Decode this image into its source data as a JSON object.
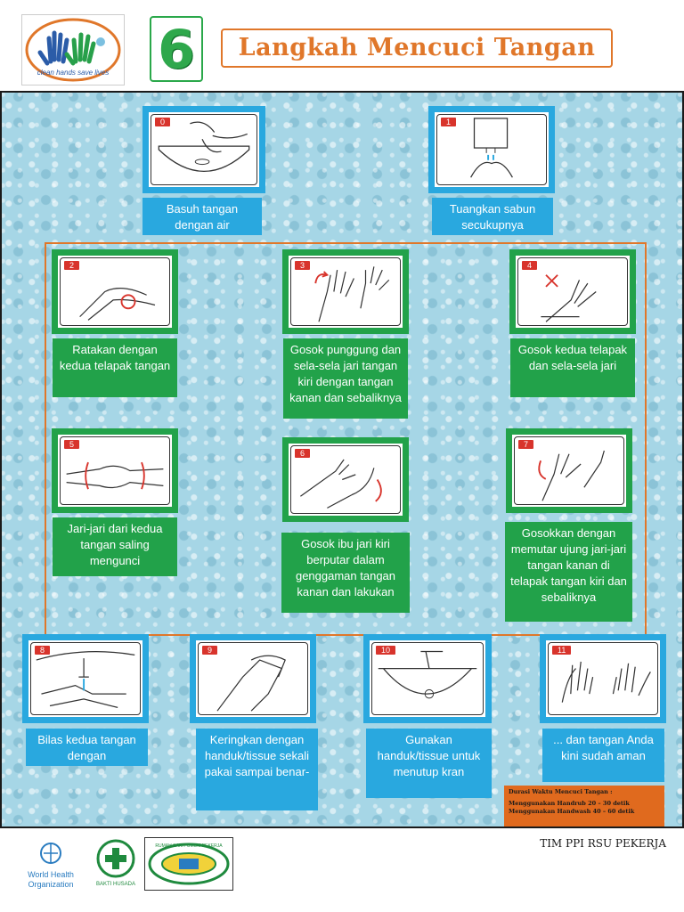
{
  "header": {
    "logo_alt": "clean hands save lives",
    "number": "6",
    "title": "Langkah Mencuci Tangan"
  },
  "steps": [
    {
      "num": "0",
      "caption": "Basuh tangan dengan air"
    },
    {
      "num": "1",
      "caption": "Tuangkan sabun secukupnya"
    },
    {
      "num": "2",
      "caption": "Ratakan dengan kedua telapak tangan"
    },
    {
      "num": "3",
      "caption": "Gosok punggung dan sela-sela jari tangan kiri dengan tangan kanan dan sebaliknya"
    },
    {
      "num": "4",
      "caption": "Gosok kedua telapak dan sela-sela jari"
    },
    {
      "num": "5",
      "caption": "Jari-jari dari kedua tangan saling mengunci"
    },
    {
      "num": "6",
      "caption": "Gosok ibu jari kiri berputar dalam genggaman tangan kanan dan lakukan"
    },
    {
      "num": "7",
      "caption": "Gosokkan dengan memutar ujung jari-jari tangan kanan di telapak tangan kiri dan sebaliknya"
    },
    {
      "num": "8",
      "caption": "Bilas kedua tangan dengan"
    },
    {
      "num": "9",
      "caption": "Keringkan dengan handuk/tissue sekali pakai sampai benar-"
    },
    {
      "num": "10",
      "caption": "Gunakan handuk/tissue untuk menutup kran"
    },
    {
      "num": "11",
      "caption": "... dan tangan Anda kini sudah aman"
    }
  ],
  "duration": {
    "title": "Durasi Waktu Mencuci Tangan :",
    "line1": "Menggunakan Handrub 20 – 30 detik",
    "line2": "Menggunakan Handwash 40 – 60 detik"
  },
  "footer": {
    "credit": "TIM PPI RSU PEKERJA",
    "who_text": "World Health Organization",
    "bakti_text": "BAKTI HUSADA",
    "rs_text": "RUMAH SAKIT UMUM PEKERJA"
  },
  "colors": {
    "blue": "#29a8df",
    "green": "#22a24a",
    "orange": "#e0772a",
    "badge_red": "#d8342c"
  }
}
